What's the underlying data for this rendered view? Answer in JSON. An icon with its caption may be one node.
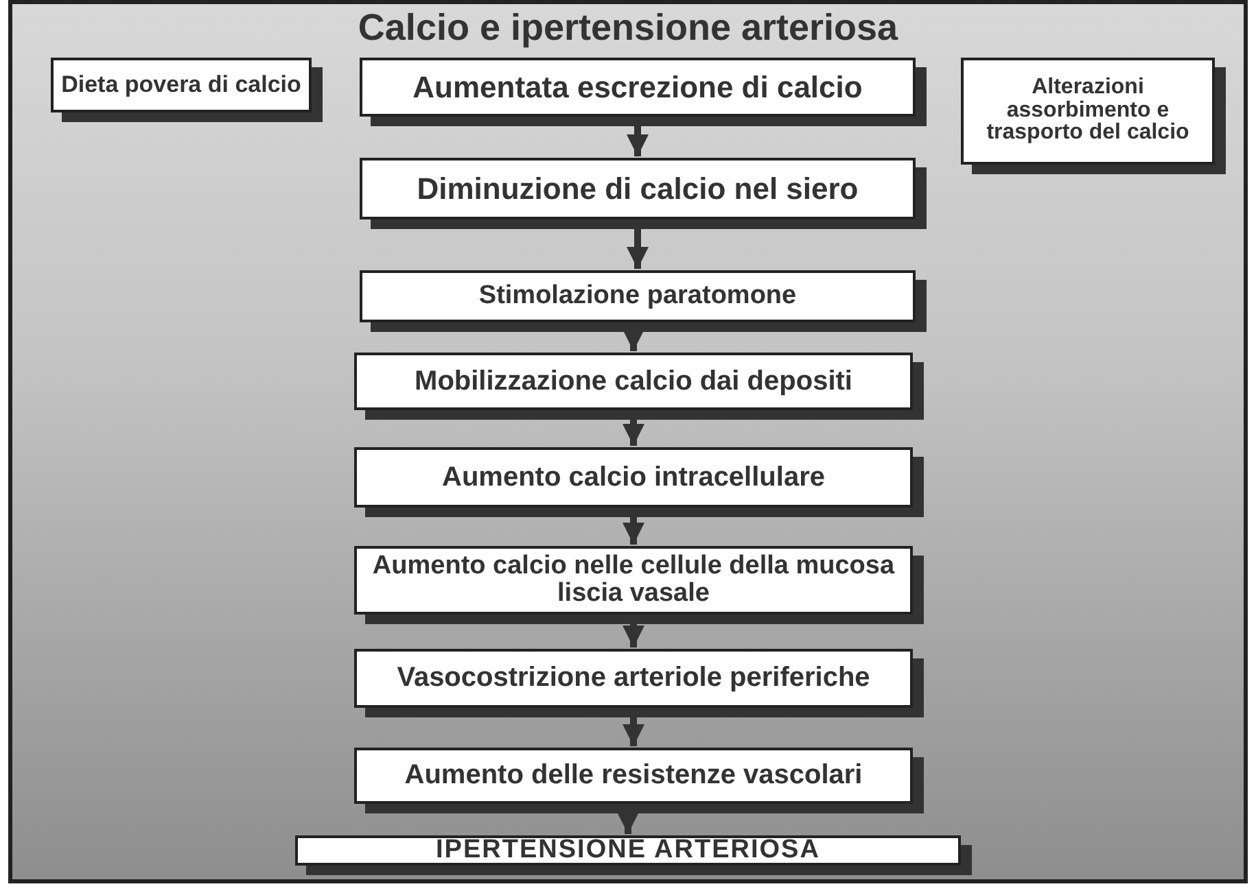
{
  "diagram": {
    "title": "Calcio e ipertensione arteriosa",
    "nodes": [
      {
        "text": [
          "Dieta povera di calcio"
        ]
      },
      {
        "text": [
          "Aumentata escrezione di calcio"
        ]
      },
      {
        "text": [
          "Alterazioni assorbimento e trasporto del calcio"
        ]
      },
      {
        "text": [
          "Diminuzione di calcio nel siero"
        ]
      },
      {
        "text": [
          "Stimolazione paratomone"
        ]
      },
      {
        "text": [
          "Mobilizzazione calcio dai depositi"
        ]
      },
      {
        "text": [
          "Aumento calcio intracellulare"
        ]
      },
      {
        "text": [
          "Aumento calcio nelle cellule della mucosa liscia vasale"
        ]
      },
      {
        "text": [
          "Vasocostrizione arteriole periferiche"
        ]
      },
      {
        "text": [
          "Aumento delle resistenze vascolari"
        ]
      },
      {
        "text": [
          "IPERTENSIONE ARTERIOSA"
        ]
      }
    ],
    "edges": [
      {
        "from": 1,
        "to": 3,
        "arrow": "to"
      },
      {
        "from": 3,
        "to": 4,
        "arrow": "to"
      },
      {
        "from": 4,
        "to": 5,
        "arrow": "to"
      },
      {
        "from": 5,
        "to": 6,
        "arrow": "to"
      },
      {
        "from": 6,
        "to": 7,
        "arrow": "to"
      },
      {
        "from": 7,
        "to": 8,
        "arrow": "to"
      },
      {
        "from": 8,
        "to": 9,
        "arrow": "to"
      },
      {
        "from": 9,
        "to": 10,
        "arrow": "to"
      }
    ]
  }
}
